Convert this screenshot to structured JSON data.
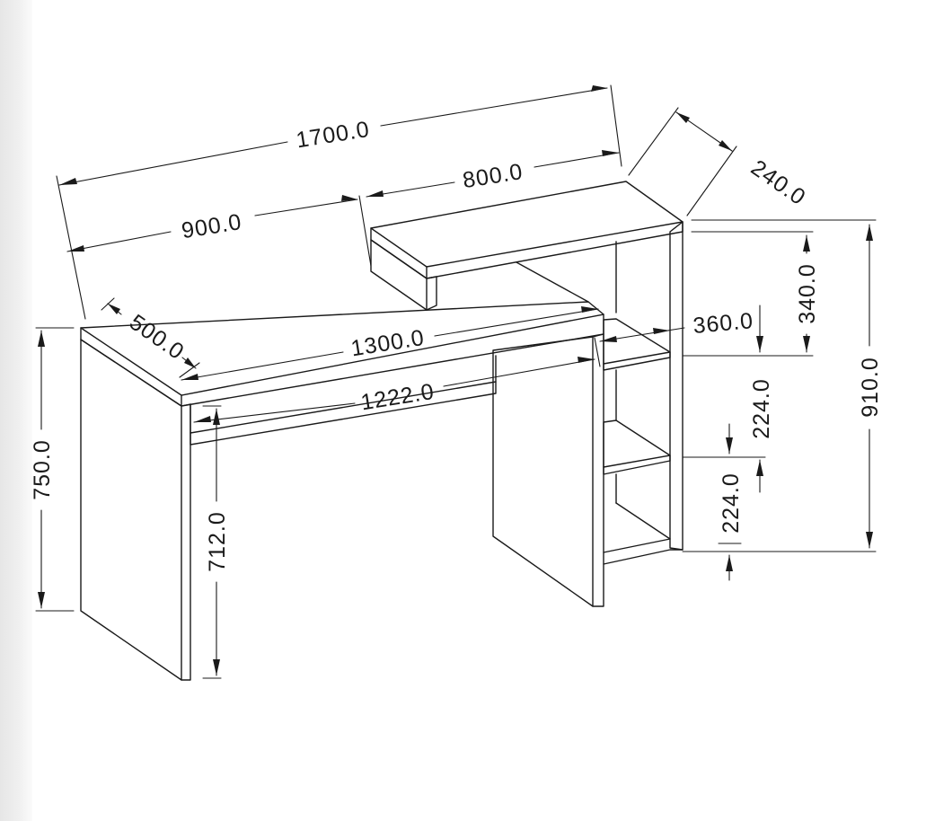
{
  "dimensions": {
    "overall_width": "1700.0",
    "desk_width": "900.0",
    "top_shelf_width": "800.0",
    "shelf_depth": "240.0",
    "desk_depth": "500.0",
    "desk_top_length": "1300.0",
    "drawer_width": "1222.0",
    "shelf_opening_width": "360.0",
    "shelf_top_height": "340.0",
    "overall_height": "910.0",
    "desk_height": "750.0",
    "leg_clearance": "712.0",
    "shelf_spacing_1": "224.0",
    "shelf_spacing_2": "224.0"
  }
}
